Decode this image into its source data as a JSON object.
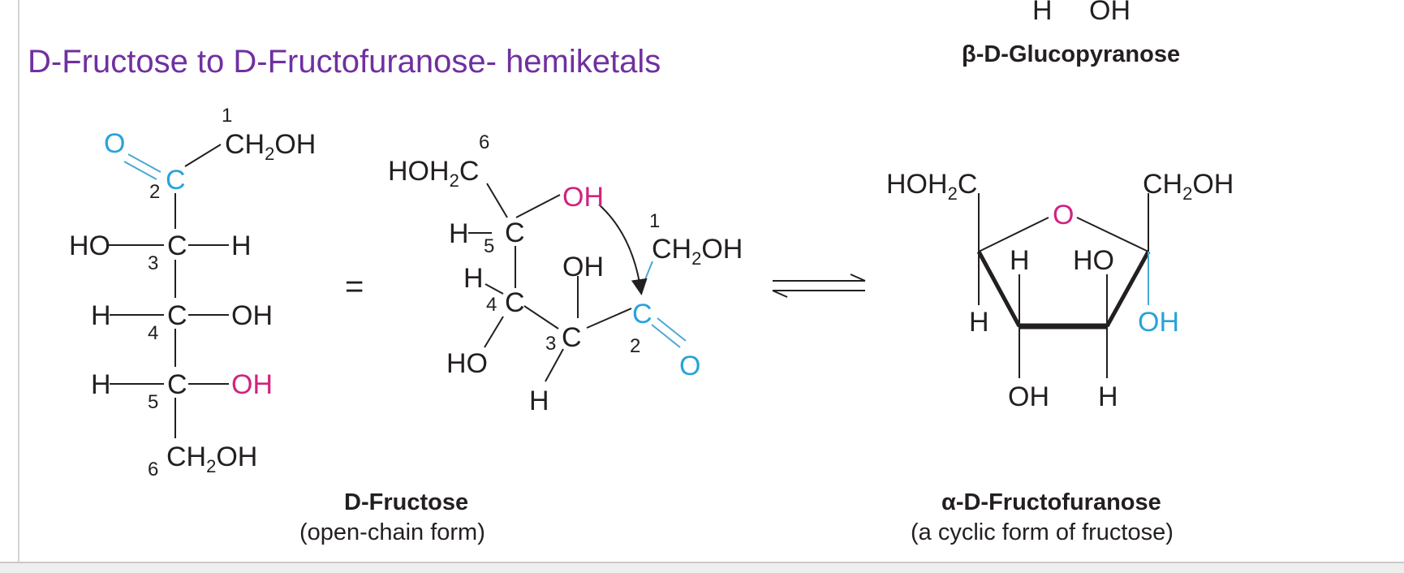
{
  "slide": {
    "title": "D-Fructose to D-Fructofuranose- hemiketals"
  },
  "top_fragment": {
    "h_label": "H",
    "oh_label": "OH",
    "caption": "β-D-Glucopyranose"
  },
  "open_chain": {
    "o": "O",
    "c2": "C",
    "ch2oh_top": "CH",
    "sub2": "2",
    "oh_suffix": "OH",
    "c3_left": "HO",
    "c3": "C",
    "c3_right": "H",
    "c4_left": "H",
    "c4": "C",
    "c4_right": "OH",
    "c5_left": "H",
    "c5": "C",
    "c5_right": "OH",
    "c6": "CH",
    "n1": "1",
    "n2": "2",
    "n3": "3",
    "n4": "4",
    "n5": "5",
    "n6": "6",
    "caption_name": "D-Fructose",
    "caption_form": "(open-chain form)"
  },
  "equals_sign": "=",
  "cyclizing": {
    "hoh2c": "HOH",
    "c": "C",
    "n6": "6",
    "oh_attack": "OH",
    "h5": "H",
    "n5": "5",
    "c5": "C",
    "h4": "H",
    "n4": "4",
    "c4": "C",
    "ho4": "HO",
    "oh3": "OH",
    "n3": "3",
    "c3": "C",
    "h3": "H",
    "n1": "1",
    "ch2oh": "CH",
    "oh_suffix": "OH",
    "sub2": "2",
    "c2": "C",
    "n2": "2",
    "o2": "O"
  },
  "equilibrium_arrow": "⇌",
  "furanose": {
    "hoh2c": "HOH",
    "c": "C",
    "sub2": "2",
    "ring_o": "O",
    "ch2oh": "CH",
    "oh_suffix": "OH",
    "h_top": "H",
    "ho_top": "HO",
    "h_left": "H",
    "oh_anomeric": "OH",
    "oh_bottom": "OH",
    "h_bottom": "H",
    "caption_name": "α-D-Fructofuranose",
    "caption_form": "(a cyclic form of fructose)"
  },
  "colors": {
    "title_purple": "#7030a0",
    "carbonyl_blue": "#29a3d8",
    "hydroxyl_magenta": "#d0237f",
    "ink": "#231f20"
  }
}
